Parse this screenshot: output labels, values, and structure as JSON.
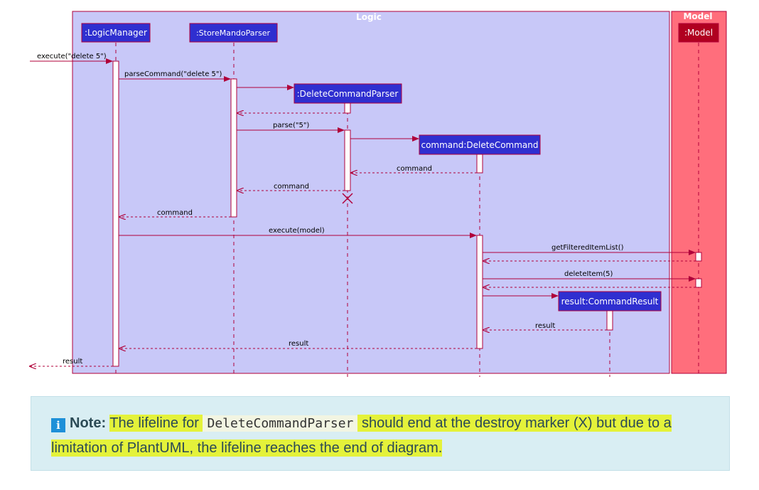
{
  "diagram": {
    "boxes": {
      "logic": "Logic",
      "model": "Model"
    },
    "participants": {
      "logic_manager": ":LogicManager",
      "parser": ":StoreMandoParser",
      "delete_parser": ":DeleteCommandParser",
      "delete_command": "command:DeleteCommand",
      "command_result": "result:CommandResult",
      "model": ":Model"
    },
    "messages": {
      "m1": "execute(\"delete 5\")",
      "m2": "parseCommand(\"delete 5\")",
      "m3": "parse(\"5\")",
      "m4": "command",
      "m5": "command",
      "m6": "command",
      "m7": "execute(model)",
      "m8": "getFilteredItemList()",
      "m9": "deleteItem(5)",
      "m10": "result",
      "m11": "result",
      "m12": "result"
    },
    "colors": {
      "logic_box": "#c8c8f8",
      "model_box": "#ff6e7c",
      "logic_participant": "#2f2fd0",
      "model_participant": "#b00020",
      "arrow": "#b0003a"
    }
  },
  "note": {
    "label": "Note:",
    "text_before": "The lifeline for ",
    "code": "DeleteCommandParser",
    "text_after": " should end at the destroy marker (X) but due to a limitation of PlantUML, the lifeline reaches the end of diagram."
  }
}
